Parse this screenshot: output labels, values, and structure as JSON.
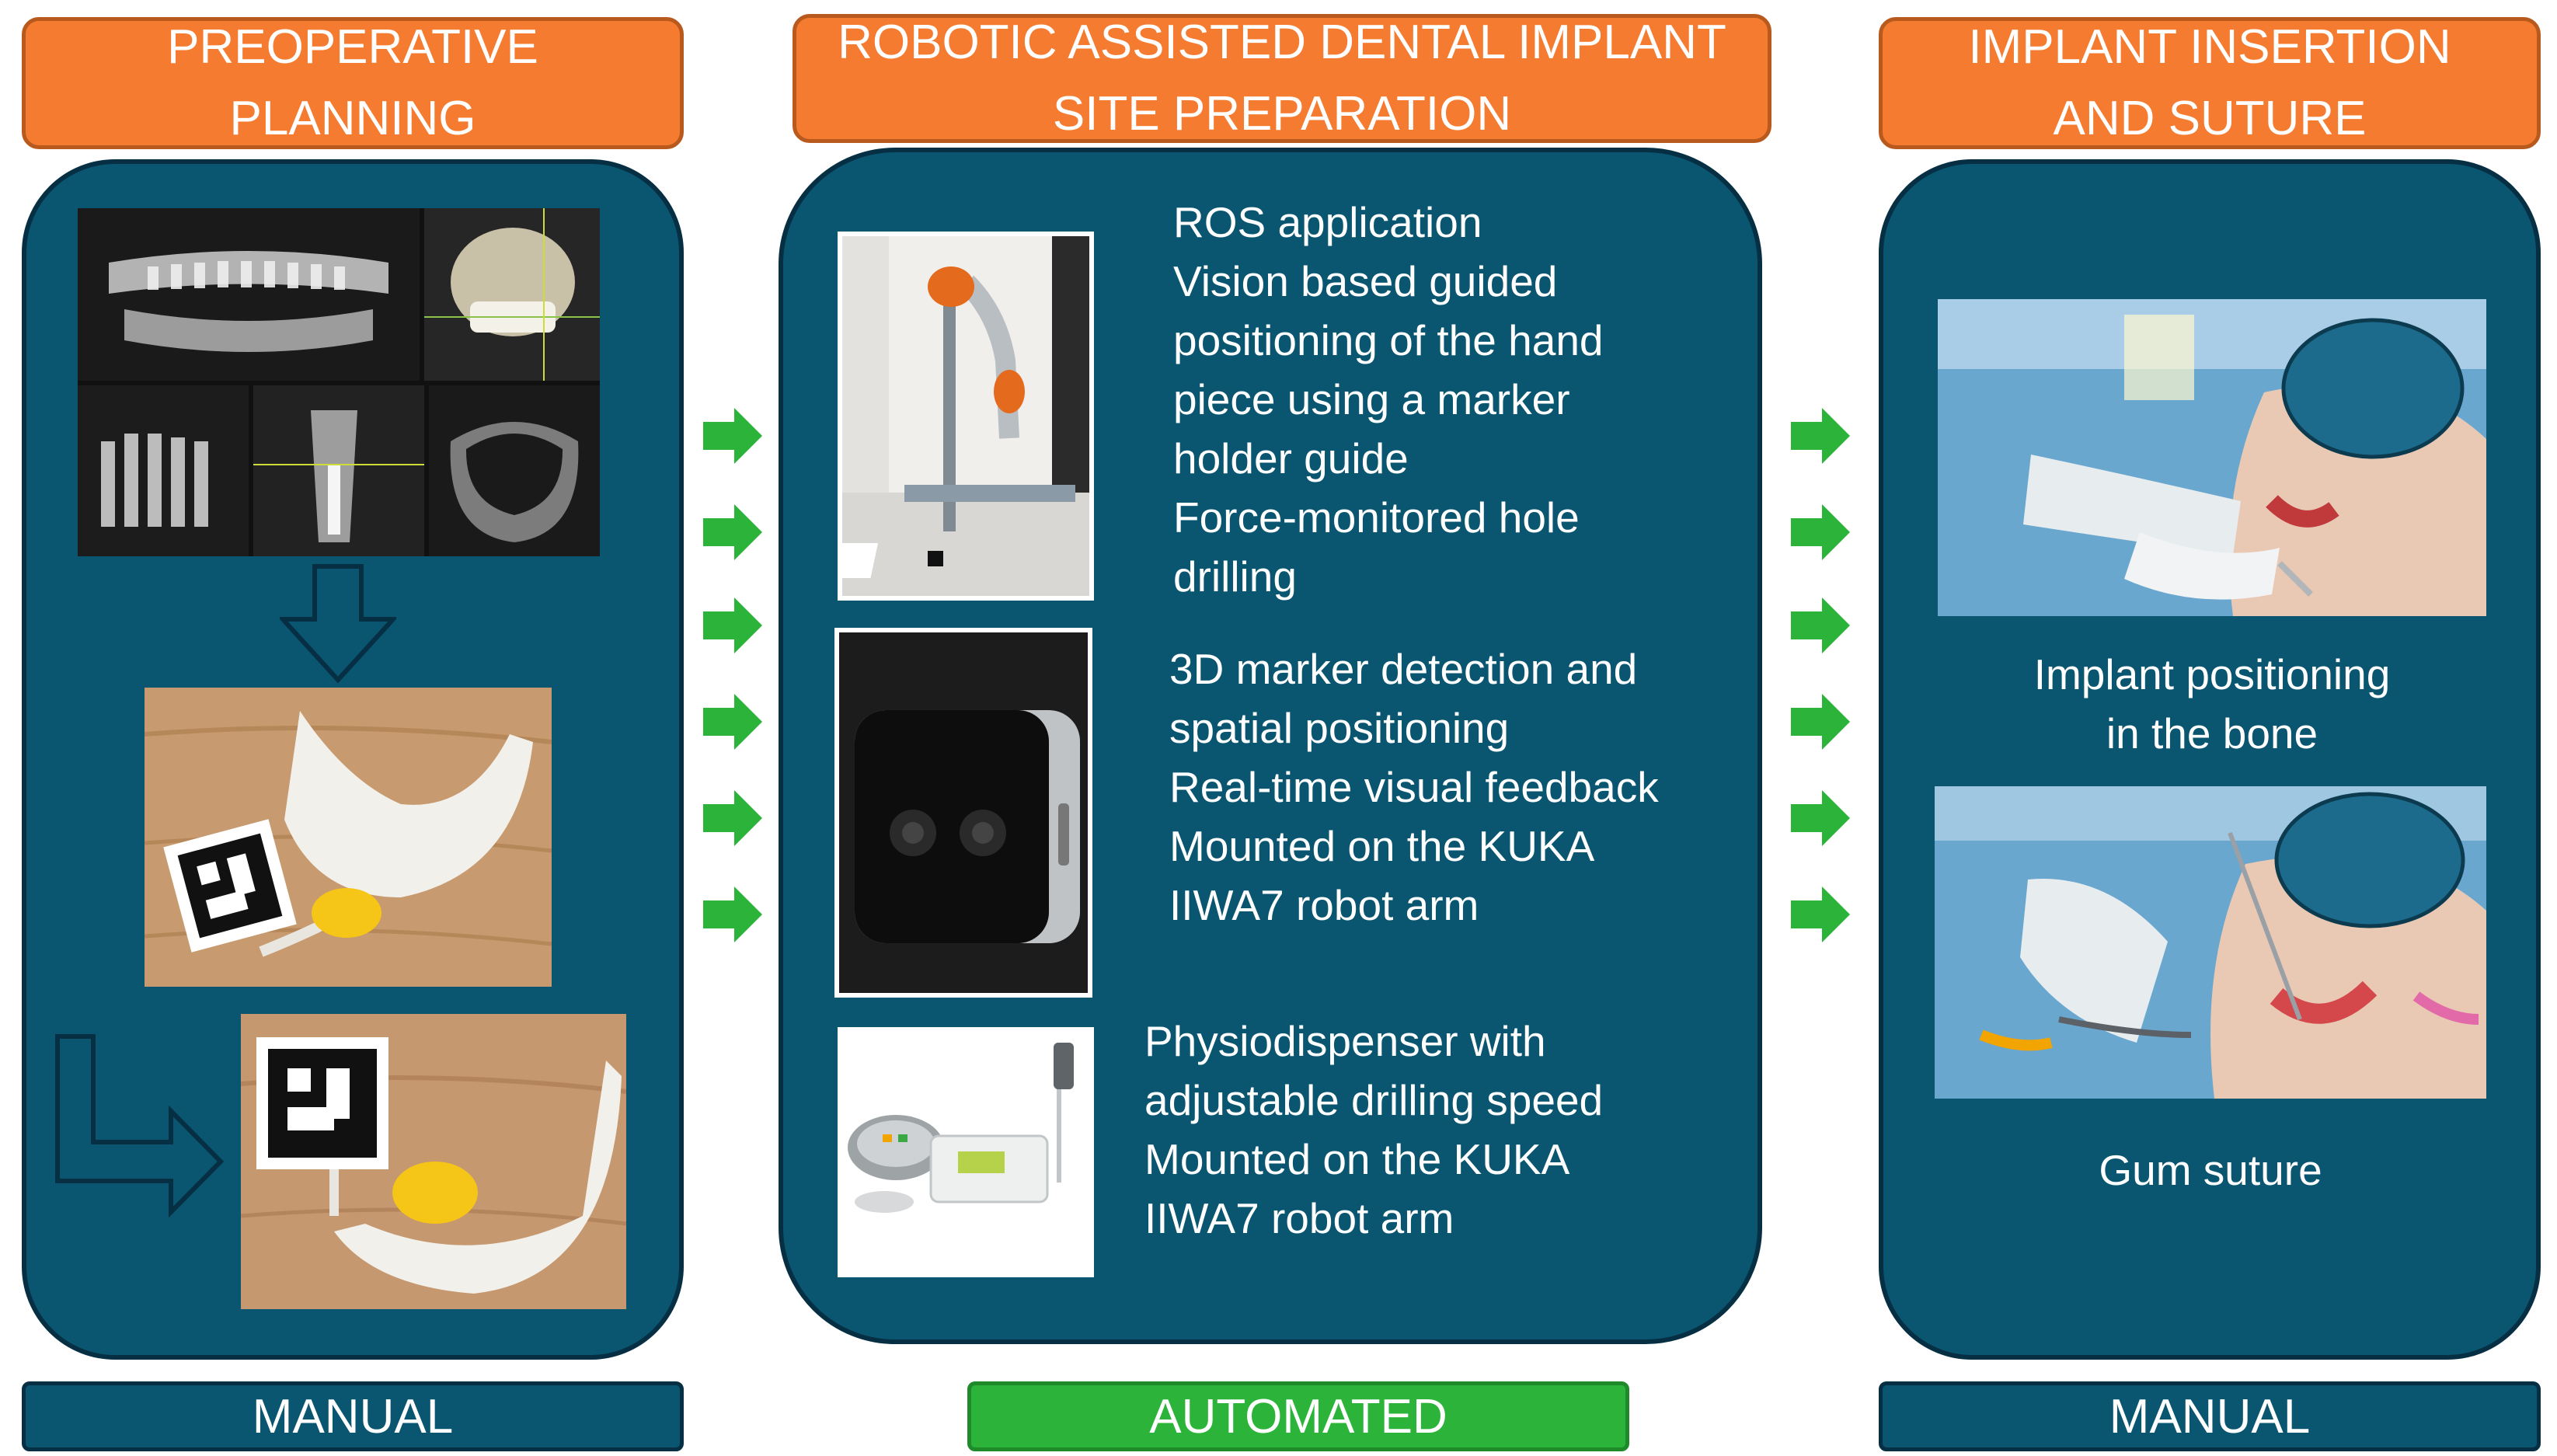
{
  "colors": {
    "header_orange": "#f47b2f",
    "panel_teal": "#0a5570",
    "arrow_green": "#2cb33a",
    "automated_green": "#2cb33a"
  },
  "left": {
    "header": [
      "PREOPERATIVE",
      "PLANNING"
    ],
    "footer": "MANUAL",
    "images": [
      "panoramic-xray",
      "cbct-3d-rendering",
      "cbct-slice-1",
      "cbct-slice-2",
      "cbct-axial",
      "marker-holder-guide",
      "guide-on-jaw-model"
    ]
  },
  "middle": {
    "header": [
      "ROBOTIC ASSISTED DENTAL IMPLANT",
      "SITE PREPARATION"
    ],
    "footer": "AUTOMATED",
    "block1": [
      "ROS application",
      "Vision based guided",
      "positioning of the hand",
      "piece using a marker",
      "holder guide",
      "Force-monitored hole",
      "drilling"
    ],
    "block2": [
      "3D marker detection and",
      "spatial positioning",
      "Real-time visual feedback",
      "Mounted on the KUKA",
      "IIWA7 robot arm"
    ],
    "block3": [
      "Physiodispenser with",
      "adjustable drilling speed",
      "Mounted on the KUKA",
      "IIWA7 robot arm"
    ]
  },
  "right": {
    "header": [
      "IMPLANT INSERTION",
      "AND SUTURE"
    ],
    "footer": "MANUAL",
    "caption1": [
      "Implant positioning",
      "in the bone"
    ],
    "caption2": [
      "Gum suture"
    ]
  }
}
